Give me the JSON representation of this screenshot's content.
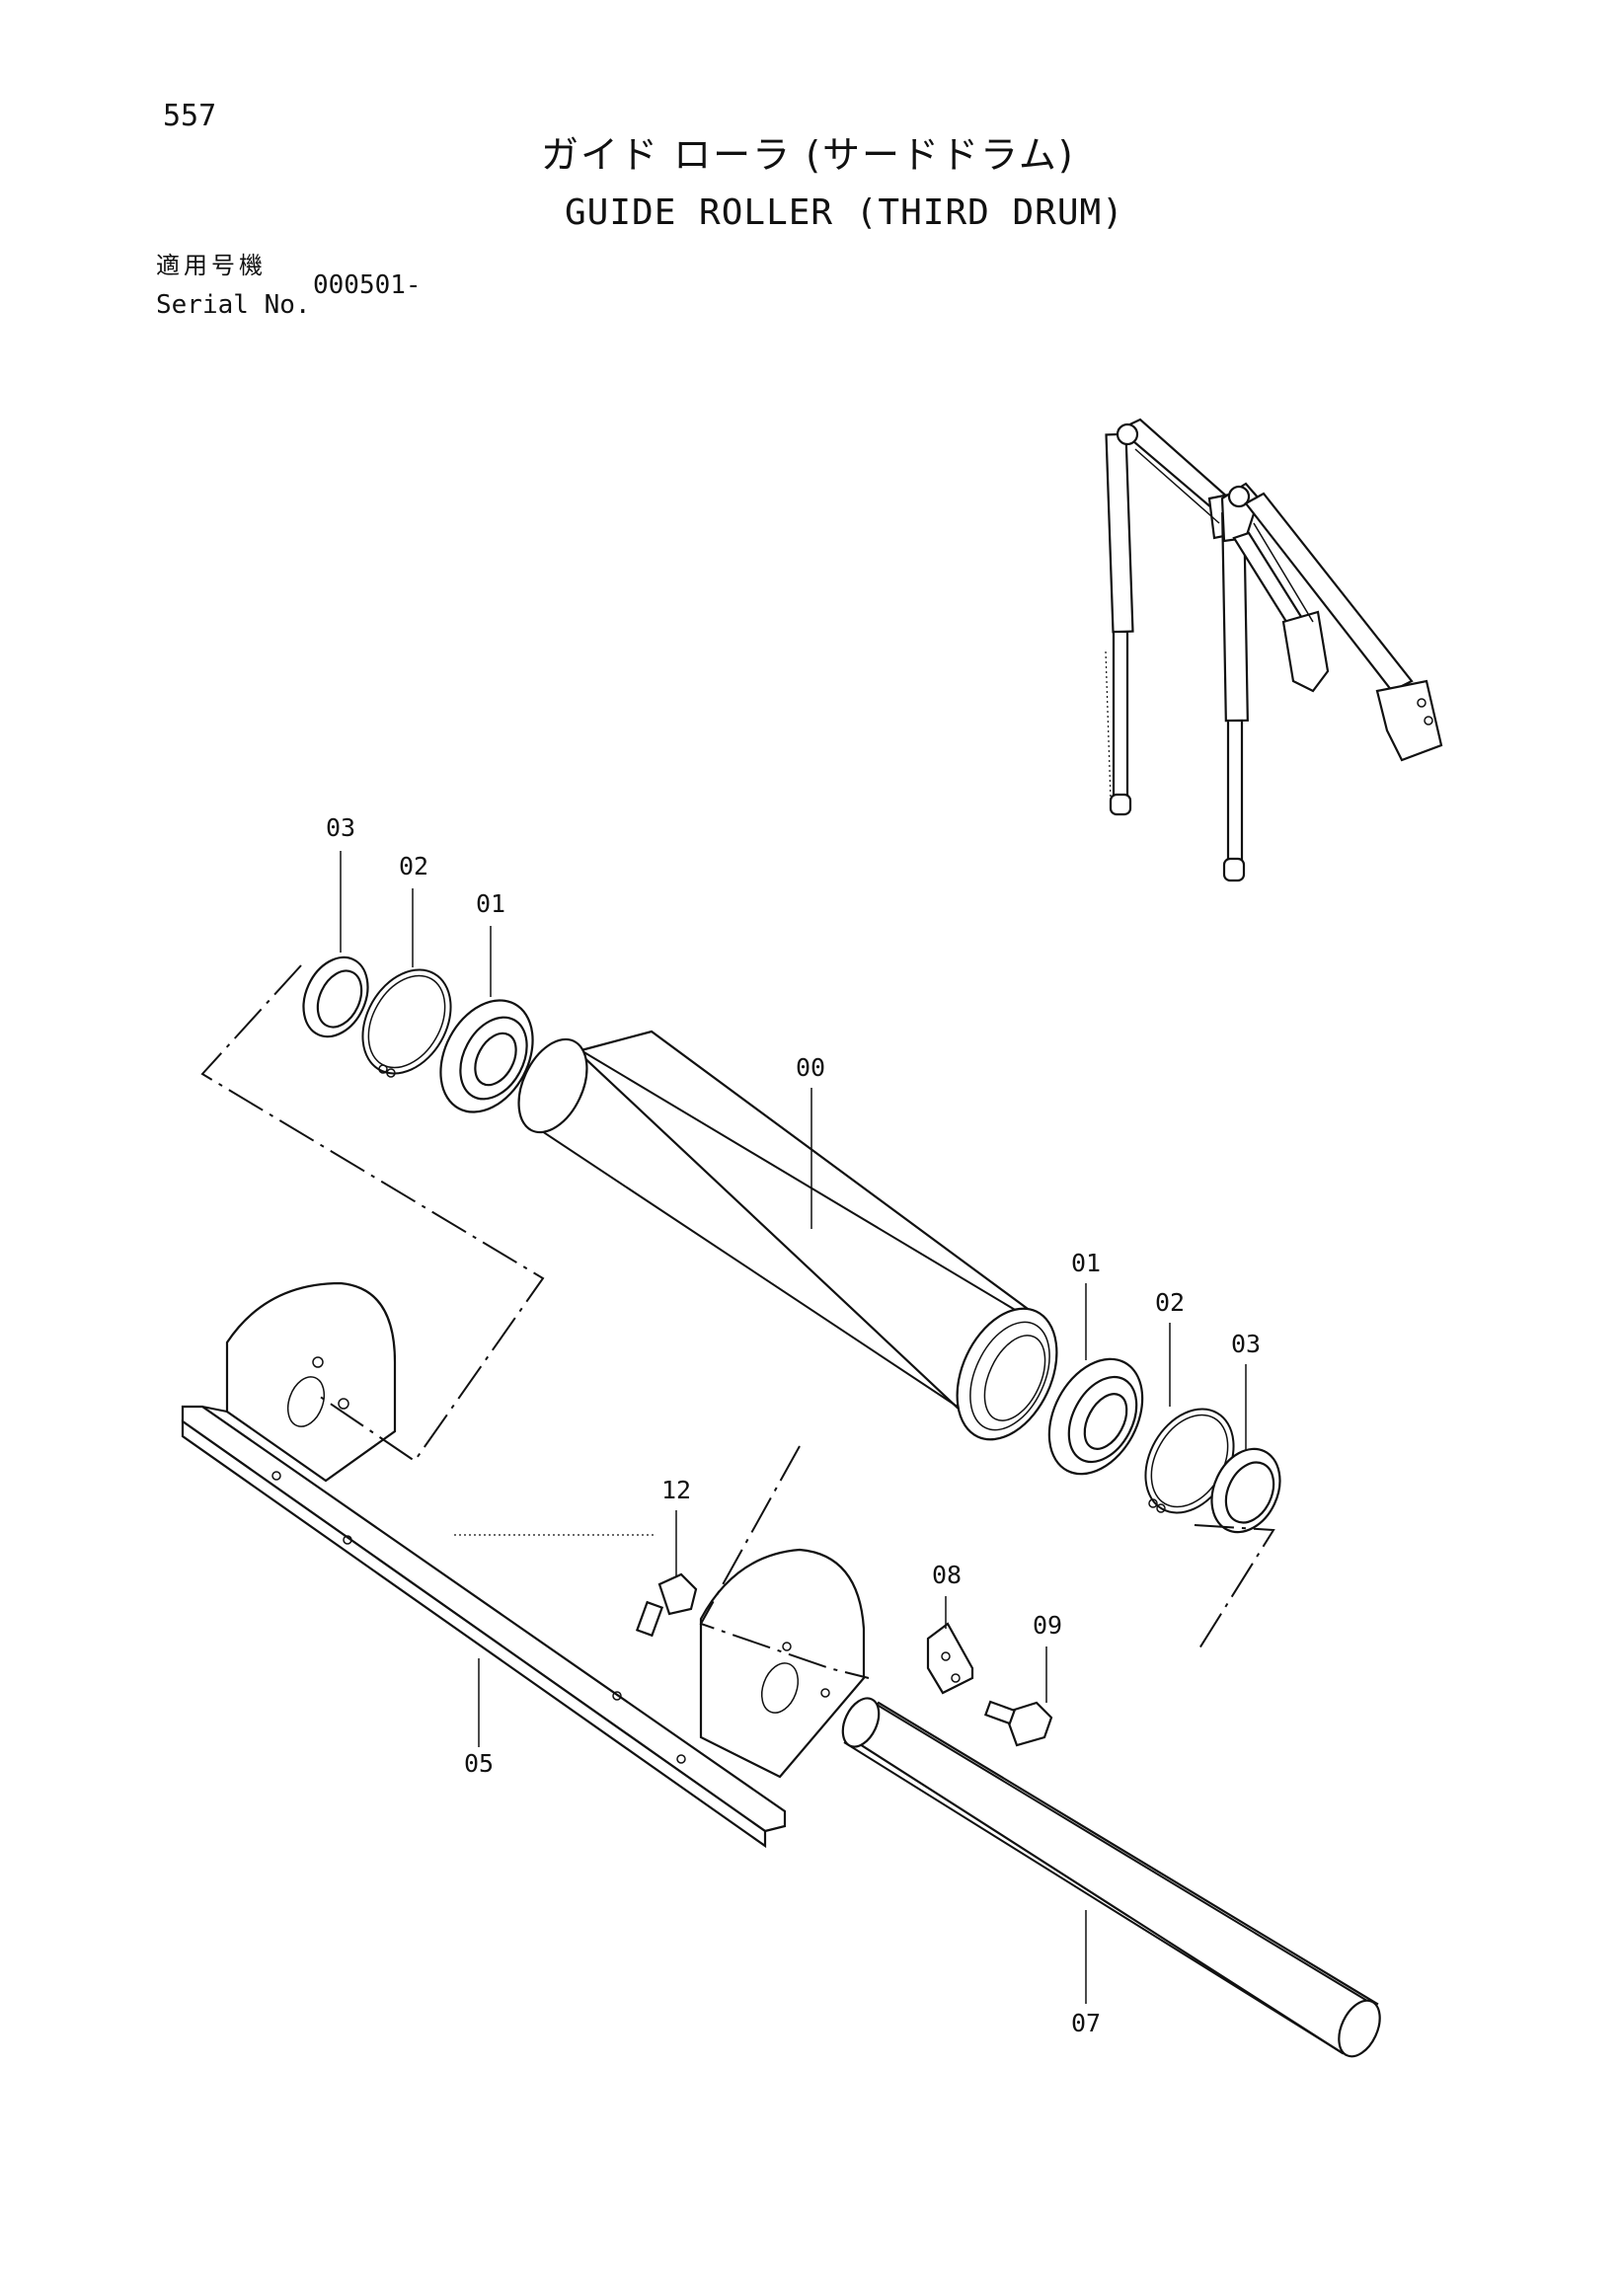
{
  "page_number": "557",
  "title_jp": "ガイド ローラ (サードドラム)",
  "title_en": "GUIDE ROLLER (THIRD DRUM)",
  "serial": {
    "label_jp": "適用号機",
    "label_en": "Serial No.",
    "value": "000501-"
  },
  "parts": {
    "p00": "00",
    "p01_left": "01",
    "p02_left": "02",
    "p03_left": "03",
    "p01_right": "01",
    "p02_right": "02",
    "p03_right": "03",
    "p05": "05",
    "p07": "07",
    "p08": "08",
    "p09": "09",
    "p12": "12"
  }
}
